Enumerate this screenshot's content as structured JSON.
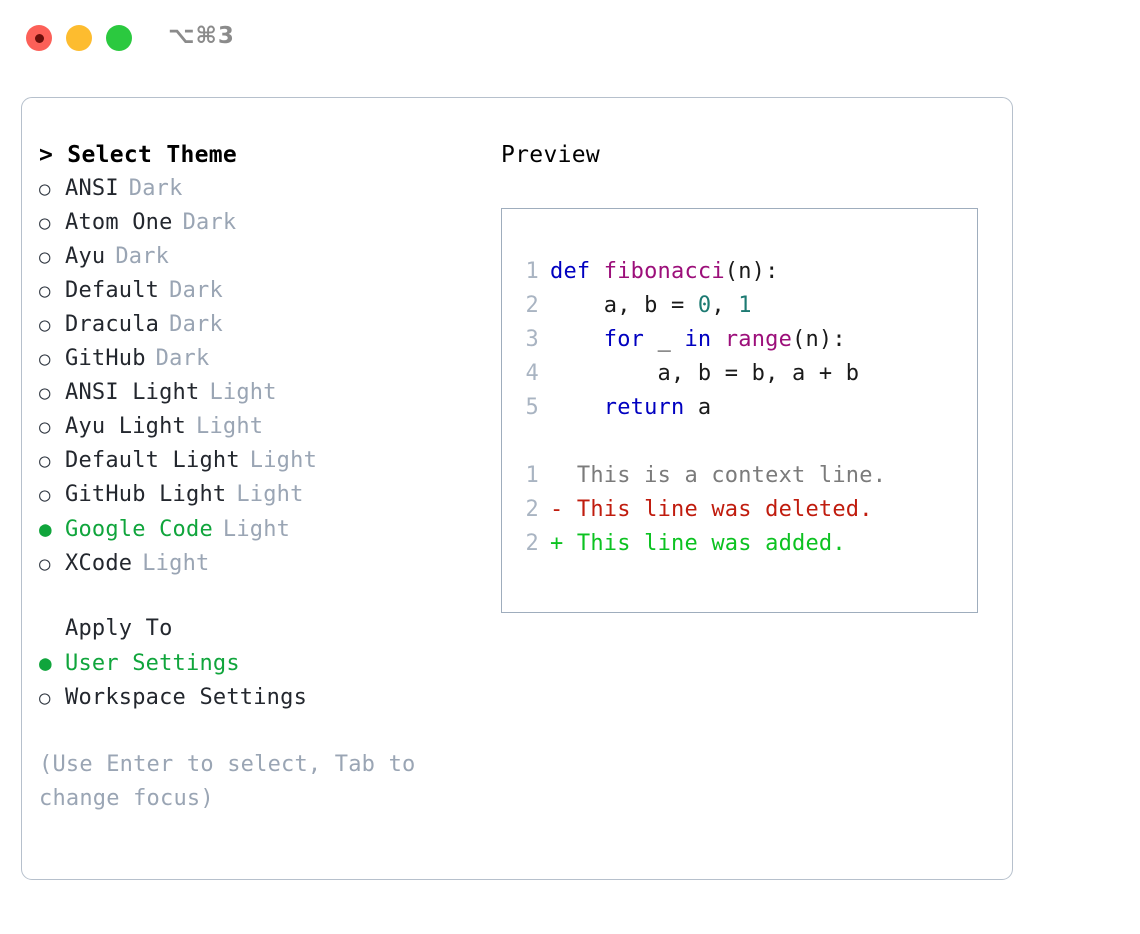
{
  "titlebar": {
    "shortcut": "⌥⌘3",
    "lights": [
      {
        "name": "close",
        "color": "#fc6058"
      },
      {
        "name": "minimize",
        "color": "#fdbc2f"
      },
      {
        "name": "maximize",
        "color": "#2bc93f"
      }
    ]
  },
  "theme_picker": {
    "header": "> Select Theme",
    "items": [
      {
        "bullet": "○",
        "label": "ANSI",
        "tag": "Dark",
        "selected": false
      },
      {
        "bullet": "○",
        "label": "Atom One",
        "tag": "Dark",
        "selected": false
      },
      {
        "bullet": "○",
        "label": "Ayu",
        "tag": "Dark",
        "selected": false
      },
      {
        "bullet": "○",
        "label": "Default",
        "tag": "Dark",
        "selected": false
      },
      {
        "bullet": "○",
        "label": "Dracula",
        "tag": "Dark",
        "selected": false
      },
      {
        "bullet": "○",
        "label": "GitHub",
        "tag": "Dark",
        "selected": false
      },
      {
        "bullet": "○",
        "label": "ANSI Light",
        "tag": "Light",
        "selected": false
      },
      {
        "bullet": "○",
        "label": "Ayu Light",
        "tag": "Light",
        "selected": false
      },
      {
        "bullet": "○",
        "label": "Default Light",
        "tag": "Light",
        "selected": false
      },
      {
        "bullet": "○",
        "label": "GitHub Light",
        "tag": "Light",
        "selected": false
      },
      {
        "bullet": "●",
        "label": "Google Code",
        "tag": "Light",
        "selected": true
      },
      {
        "bullet": "○",
        "label": "XCode",
        "tag": "Light",
        "selected": false
      }
    ]
  },
  "apply_to": {
    "title": "Apply To",
    "items": [
      {
        "bullet": "●",
        "label": "User Settings",
        "selected": true
      },
      {
        "bullet": "○",
        "label": "Workspace Settings",
        "selected": false
      }
    ]
  },
  "hint": "(Use Enter to select, Tab to change focus)",
  "preview": {
    "title": "Preview",
    "code_lines": [
      {
        "lineno": "1",
        "tokens": [
          {
            "t": "def ",
            "c": "tok-kw"
          },
          {
            "t": "fibonacci",
            "c": "tok-fn"
          },
          {
            "t": "(n):",
            "c": "tok-punc"
          }
        ]
      },
      {
        "lineno": "2",
        "tokens": [
          {
            "t": "    a, b = ",
            "c": "tok-plain"
          },
          {
            "t": "0",
            "c": "tok-num"
          },
          {
            "t": ", ",
            "c": "tok-plain"
          },
          {
            "t": "1",
            "c": "tok-num"
          }
        ]
      },
      {
        "lineno": "3",
        "tokens": [
          {
            "t": "    ",
            "c": "tok-plain"
          },
          {
            "t": "for",
            "c": "tok-kw"
          },
          {
            "t": " _ ",
            "c": "tok-plain"
          },
          {
            "t": "in",
            "c": "tok-kw"
          },
          {
            "t": " ",
            "c": "tok-plain"
          },
          {
            "t": "range",
            "c": "tok-fn"
          },
          {
            "t": "(n):",
            "c": "tok-punc"
          }
        ]
      },
      {
        "lineno": "4",
        "tokens": [
          {
            "t": "        a, b = b, a + b",
            "c": "tok-plain"
          }
        ]
      },
      {
        "lineno": "5",
        "tokens": [
          {
            "t": "    ",
            "c": "tok-plain"
          },
          {
            "t": "return",
            "c": "tok-kw"
          },
          {
            "t": " a",
            "c": "tok-plain"
          }
        ]
      }
    ],
    "diff_lines": [
      {
        "lineno": "1",
        "marker": " ",
        "text": " This is a context line.",
        "kind": "diff-ctx"
      },
      {
        "lineno": "2",
        "marker": "-",
        "text": " This line was deleted.",
        "kind": "diff-del"
      },
      {
        "lineno": "2",
        "marker": "+",
        "text": " This line was added.",
        "kind": "diff-add"
      }
    ]
  },
  "colors": {
    "accent_green": "#10a53c",
    "tag_gray": "#9aa5b4",
    "border": "#b6c0cc",
    "preview_border": "#9fadbd",
    "lineno": "#a9b4c2",
    "keyword": "#0000c0",
    "function": "#9c0f7a",
    "number": "#1d7a72",
    "diff_context": "#7b7b7b",
    "diff_deleted": "#c01c0e",
    "diff_added": "#0cc221"
  }
}
